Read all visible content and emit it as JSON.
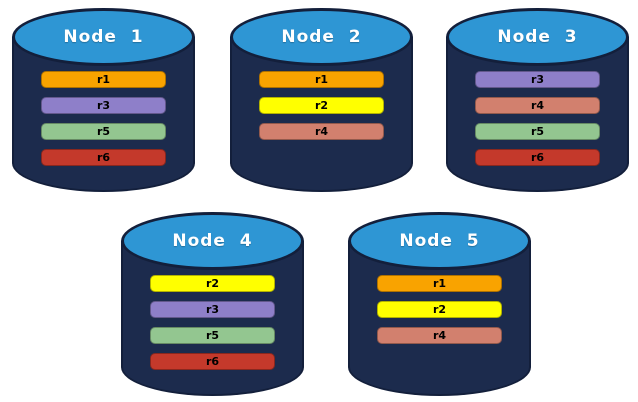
{
  "diagram": {
    "kind": "database-node-replica-distribution",
    "colors": {
      "cylinder_body": "#1C2B4D",
      "cylinder_top": "#2E96D4",
      "cylinder_outline": "#131F3B",
      "title_text": "#FFFFFF",
      "bar_text": "#000000"
    },
    "replica_colors": {
      "r1": "#F9A300",
      "r2": "#FFFF00",
      "r3": "#8E7FC9",
      "r4": "#D2806E",
      "r5": "#93C690",
      "r6": "#C4392B"
    },
    "nodes": [
      {
        "title": "Node  1",
        "replicas": [
          "r1",
          "r3",
          "r5",
          "r6"
        ]
      },
      {
        "title": "Node  2",
        "replicas": [
          "r1",
          "r2",
          "r4"
        ]
      },
      {
        "title": "Node  3",
        "replicas": [
          "r3",
          "r4",
          "r5",
          "r6"
        ]
      },
      {
        "title": "Node  4",
        "replicas": [
          "r2",
          "r3",
          "r5",
          "r6"
        ]
      },
      {
        "title": "Node  5",
        "replicas": [
          "r1",
          "r2",
          "r4"
        ]
      }
    ]
  }
}
